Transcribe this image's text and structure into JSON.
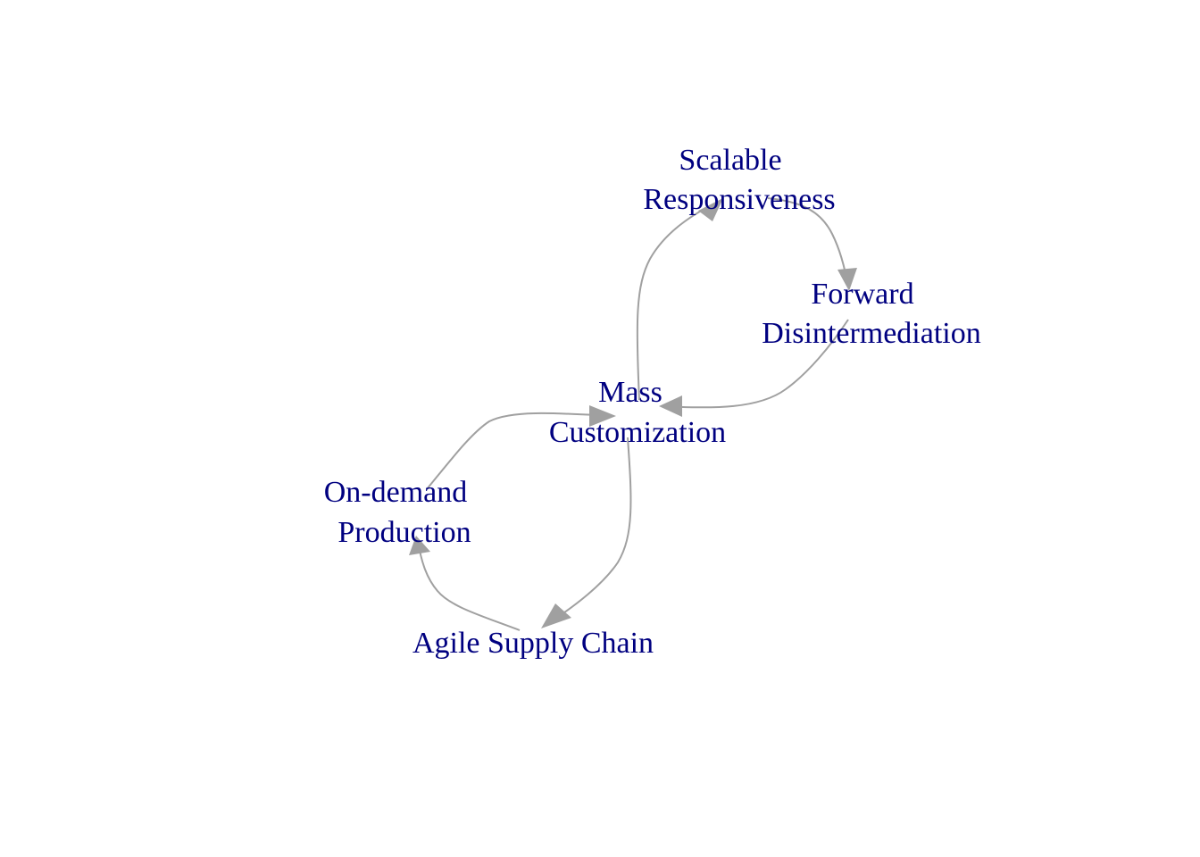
{
  "nodes": {
    "scalable_responsiveness": {
      "lines": [
        "Scalable",
        "Responsiveness"
      ]
    },
    "forward_disintermediation": {
      "lines": [
        "Forward",
        "Disintermediation"
      ]
    },
    "mass_customization": {
      "lines": [
        "Mass",
        "Customization"
      ]
    },
    "on_demand_production": {
      "lines": [
        "On-demand",
        "Production"
      ]
    },
    "agile_supply_chain": {
      "lines": [
        "Agile Supply Chain"
      ]
    }
  },
  "edges": [
    {
      "from": "Mass Customization",
      "to": "Scalable Responsiveness"
    },
    {
      "from": "Scalable Responsiveness",
      "to": "Forward Disintermediation"
    },
    {
      "from": "Forward Disintermediation",
      "to": "Mass Customization"
    },
    {
      "from": "Mass Customization",
      "to": "Agile Supply Chain"
    },
    {
      "from": "Agile Supply Chain",
      "to": "On-demand Production"
    },
    {
      "from": "On-demand Production",
      "to": "Mass Customization"
    }
  ],
  "colors": {
    "edge": "#a0a0a0",
    "label": "#000080",
    "background": "#ffffff"
  }
}
